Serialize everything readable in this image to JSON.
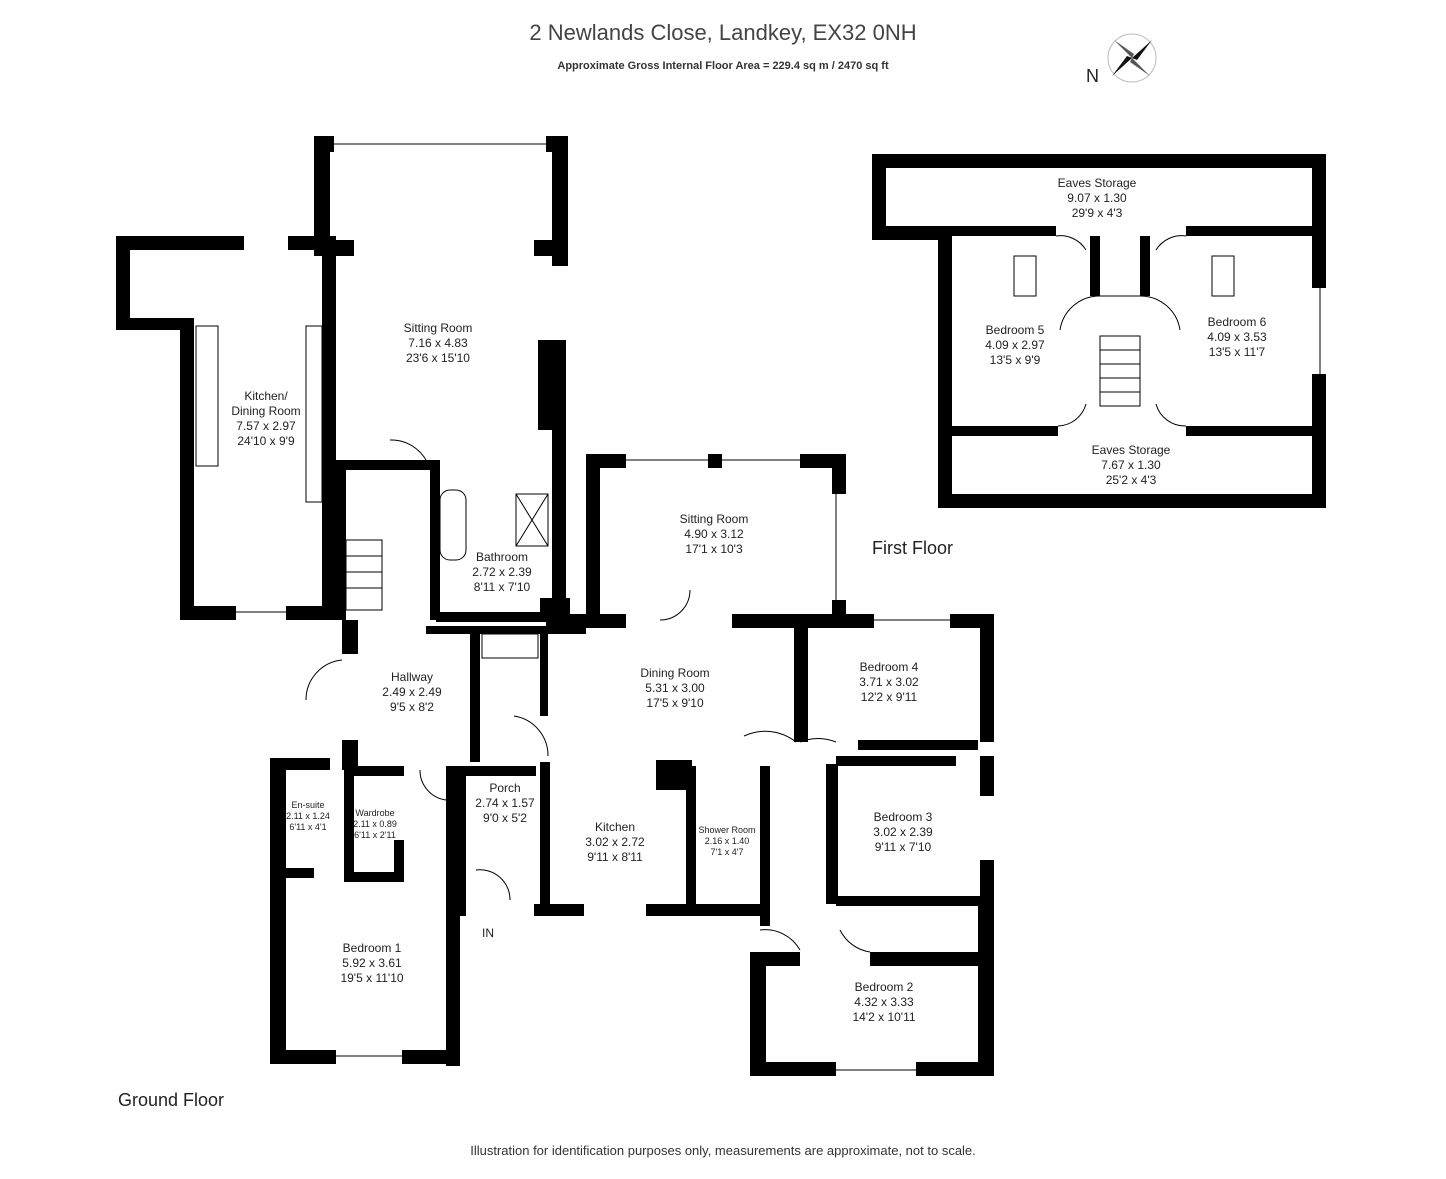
{
  "header": {
    "title": "2 Newlands Close, Landkey, EX32 0NH",
    "subtitle": "Approximate Gross Internal Floor Area  = 229.4 sq m / 2470 sq ft"
  },
  "compass": {
    "label": "N"
  },
  "floors": {
    "ground": "Ground Floor",
    "first": "First Floor"
  },
  "entrance": {
    "label": "IN"
  },
  "rooms": {
    "kitchen_dining": {
      "name1": "Kitchen/",
      "name2": "Dining Room",
      "metric": "7.57 x 2.97",
      "imperial": "24'10 x 9'9"
    },
    "sitting_main": {
      "name": "Sitting Room",
      "metric": "7.16 x 4.83",
      "imperial": "23'6 x 15'10"
    },
    "bathroom": {
      "name": "Bathroom",
      "metric": "2.72 x 2.39",
      "imperial": "8'11 x 7'10"
    },
    "sitting_second": {
      "name": "Sitting Room",
      "metric": "4.90 x 3.12",
      "imperial": "17'1 x 10'3"
    },
    "hallway": {
      "name": "Hallway",
      "metric": "2.49 x 2.49",
      "imperial": "9'5 x 8'2"
    },
    "dining": {
      "name": "Dining Room",
      "metric": "5.31 x 3.00",
      "imperial": "17'5 x 9'10"
    },
    "bedroom4": {
      "name": "Bedroom 4",
      "metric": "3.71 x 3.02",
      "imperial": "12'2 x 9'11"
    },
    "ensuite": {
      "name": "En-suite",
      "metric": "2.11 x 1.24",
      "imperial": "6'11 x 4'1"
    },
    "wardrobe": {
      "name": "Wardrobe",
      "metric": "2.11 x 0.89",
      "imperial": "6'11 x 2'11"
    },
    "porch": {
      "name": "Porch",
      "metric": "2.74 x 1.57",
      "imperial": "9'0 x 5'2"
    },
    "kitchen": {
      "name": "Kitchen",
      "metric": "3.02 x 2.72",
      "imperial": "9'11 x 8'11"
    },
    "shower": {
      "name": "Shower Room",
      "metric": "2.16 x 1.40",
      "imperial": "7'1 x 4'7"
    },
    "bedroom3": {
      "name": "Bedroom 3",
      "metric": "3.02 x 2.39",
      "imperial": "9'11 x 7'10"
    },
    "bedroom1": {
      "name": "Bedroom 1",
      "metric": "5.92 x 3.61",
      "imperial": "19'5 x 11'10"
    },
    "bedroom2": {
      "name": "Bedroom 2",
      "metric": "4.32 x 3.33",
      "imperial": "14'2 x 10'11"
    },
    "eaves_top": {
      "name": "Eaves Storage",
      "metric": "9.07 x 1.30",
      "imperial": "29'9 x 4'3"
    },
    "bedroom5": {
      "name": "Bedroom 5",
      "metric": "4.09 x 2.97",
      "imperial": "13'5 x 9'9"
    },
    "bedroom6": {
      "name": "Bedroom 6",
      "metric": "4.09 x 3.53",
      "imperial": "13'5 x 11'7"
    },
    "eaves_bottom": {
      "name": "Eaves Storage",
      "metric": "7.67 x 1.30",
      "imperial": "25'2 x 4'3"
    }
  },
  "footer": {
    "disclaimer": "Illustration for identification purposes only, measurements are approximate, not to scale."
  }
}
